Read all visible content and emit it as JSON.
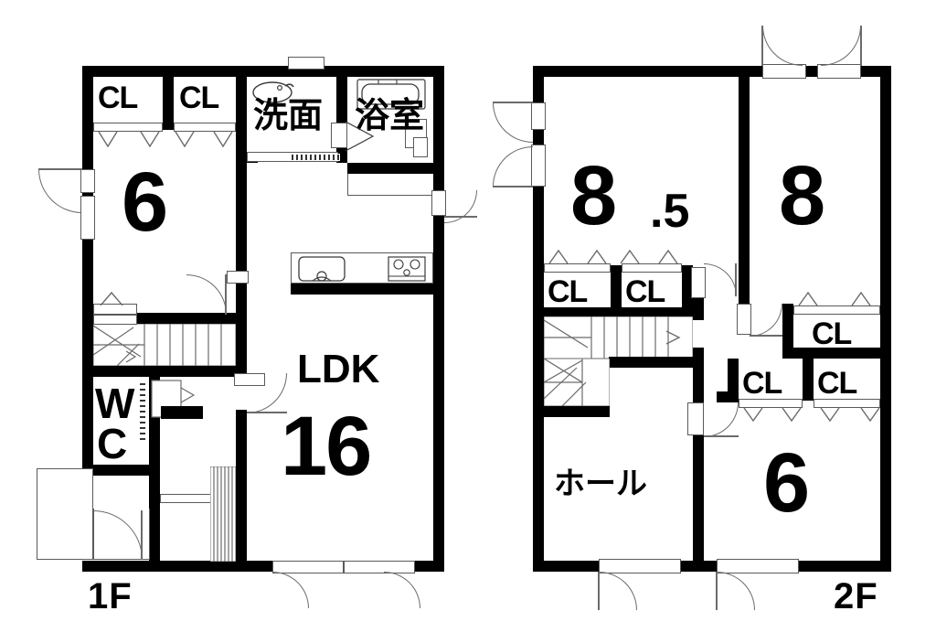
{
  "plan": {
    "title_1f": "1F",
    "title_2f": "2F",
    "floors": [
      {
        "tag": "1F",
        "rooms": [
          {
            "name": "bedroom-6-jo",
            "label": "6",
            "type": "washitsu-size"
          },
          {
            "name": "closet-left-1",
            "label": "CL",
            "type": "closet"
          },
          {
            "name": "closet-left-2",
            "label": "CL",
            "type": "closet"
          },
          {
            "name": "washroom",
            "label": "洗面",
            "type": "sanitary"
          },
          {
            "name": "bathroom",
            "label": "浴室",
            "type": "sanitary"
          },
          {
            "name": "toilet",
            "label": "WC",
            "type": "toilet"
          },
          {
            "name": "living-dining-kitchen",
            "label": "LDK",
            "size": "16",
            "type": "ldk"
          }
        ]
      },
      {
        "tag": "2F",
        "rooms": [
          {
            "name": "bedroom-8-5-jo",
            "label": "8",
            "decimal": ".5",
            "type": "bedroom"
          },
          {
            "name": "bedroom-8-jo",
            "label": "8",
            "type": "bedroom"
          },
          {
            "name": "bedroom-6-jo-2f",
            "label": "6",
            "type": "bedroom"
          },
          {
            "name": "hall",
            "label": "ホール",
            "type": "hall"
          },
          {
            "name": "closet-2f-a",
            "label": "CL",
            "type": "closet"
          },
          {
            "name": "closet-2f-b",
            "label": "CL",
            "type": "closet"
          },
          {
            "name": "closet-2f-c",
            "label": "CL",
            "type": "closet"
          },
          {
            "name": "closet-2f-d",
            "label": "CL",
            "type": "closet"
          },
          {
            "name": "closet-2f-e",
            "label": "CL",
            "type": "closet"
          }
        ]
      }
    ]
  },
  "labels": {
    "f1_tag": "1F",
    "f2_tag": "2F",
    "cl": "CL",
    "senmen": "洗面",
    "yokushitsu": "浴室",
    "wc_w": "W",
    "wc_c": "C",
    "ldk": "LDK",
    "ldk_size": "16",
    "room6": "6",
    "room8": "8",
    "room8_dec": ".5",
    "room8b": "8",
    "room6_2f": "6",
    "hall": "ホール"
  },
  "colors": {
    "wall": "#000000",
    "background": "#ffffff",
    "thin_line": "#6b6b6b"
  }
}
